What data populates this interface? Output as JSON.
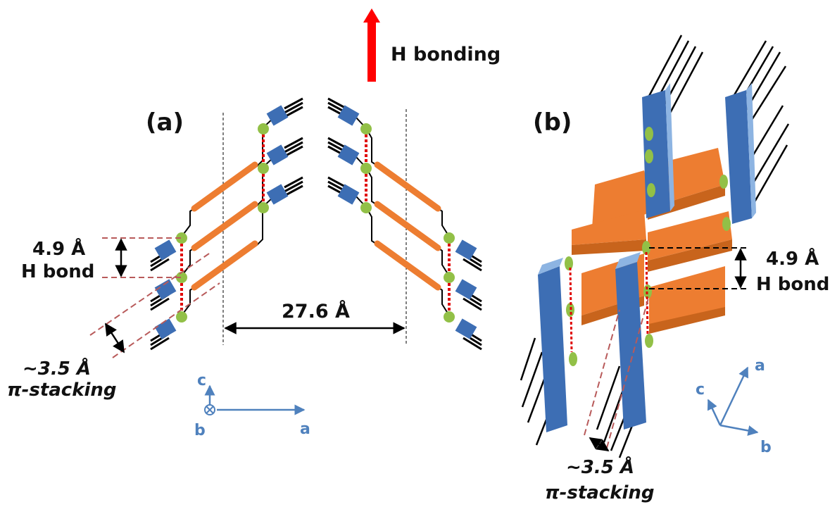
{
  "panel_a": {
    "label": "(a)",
    "hbond_dist": "4.9 Å",
    "hbond_text": "H bond",
    "stack_dist": "~3.5 Å",
    "stack_text": "π-stacking",
    "width_dist": "27.6 Å",
    "axes": {
      "c": "c",
      "b": "b",
      "a": "a"
    }
  },
  "panel_b": {
    "label": "(b)",
    "hbond_dist": "4.9 Å",
    "hbond_text": "H bond",
    "stack_dist": "~3.5 Å",
    "stack_text": "π-stacking",
    "axes": {
      "a": "a",
      "c": "c",
      "b": "b"
    }
  },
  "arrow_label": "H bonding",
  "colors": {
    "arrow": "#ff0000",
    "core_blue": "#3d6eb4",
    "rod_orange": "#ed7d31",
    "node_green": "#92c047",
    "hbond_red": "#e00000",
    "guide_brown": "#b85a5a",
    "axis_blue": "#4f81bd"
  }
}
